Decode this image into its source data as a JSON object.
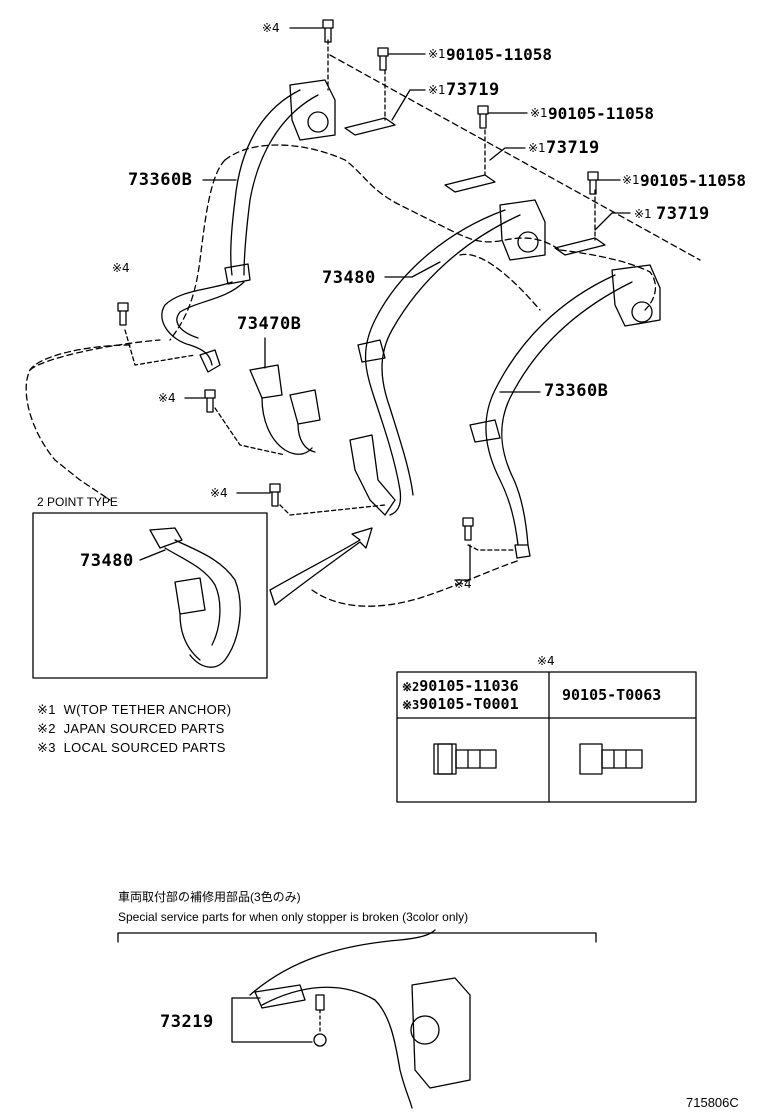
{
  "callouts": {
    "c_top_m4": "※4",
    "c1_a_mark": "※1",
    "c1_a_pn": "90105-11058",
    "c2_a_mark": "※1",
    "c2_a_pn": "73719",
    "c3_b_mark": "※1",
    "c3_b_pn": "90105-11058",
    "c4_b_mark": "※1",
    "c4_b_pn": "73719",
    "c5_c_mark": "※1",
    "c5_c_pn": "90105-11058",
    "c6_c_mark": "※1",
    "c6_c_pn": "73719",
    "belt_left": "73360B",
    "left_m4": "※4",
    "belt_center": "73480",
    "buckle": "73470B",
    "mid_m4": "※4",
    "belt_right": "73360B",
    "lower_m4": "※4",
    "right_m4": "※4"
  },
  "two_point": {
    "title": "2 POINT  TYPE",
    "part": "73480"
  },
  "legend": [
    {
      "mark": "※1",
      "text": "W(TOP TETHER ANCHOR)"
    },
    {
      "mark": "※2",
      "text": "JAPAN SOURCED PARTS"
    },
    {
      "mark": "※3",
      "text": "LOCAL SOURCED PARTS"
    }
  ],
  "bolt_table": {
    "header_mark": "※4",
    "col1_line1_mark": "※2",
    "col1_line1_pn": "90105-11036",
    "col1_line2_mark": "※3",
    "col1_line2_pn": "90105-T0001",
    "col2_pn": "90105-T0063"
  },
  "service": {
    "title_jp": "車両取付部の補修用部品(3色のみ)",
    "title_en": "Special  service  parts  for  when  only  stopper  is  broken  (3color only)",
    "part": "73219"
  },
  "figure_code": "715806C"
}
